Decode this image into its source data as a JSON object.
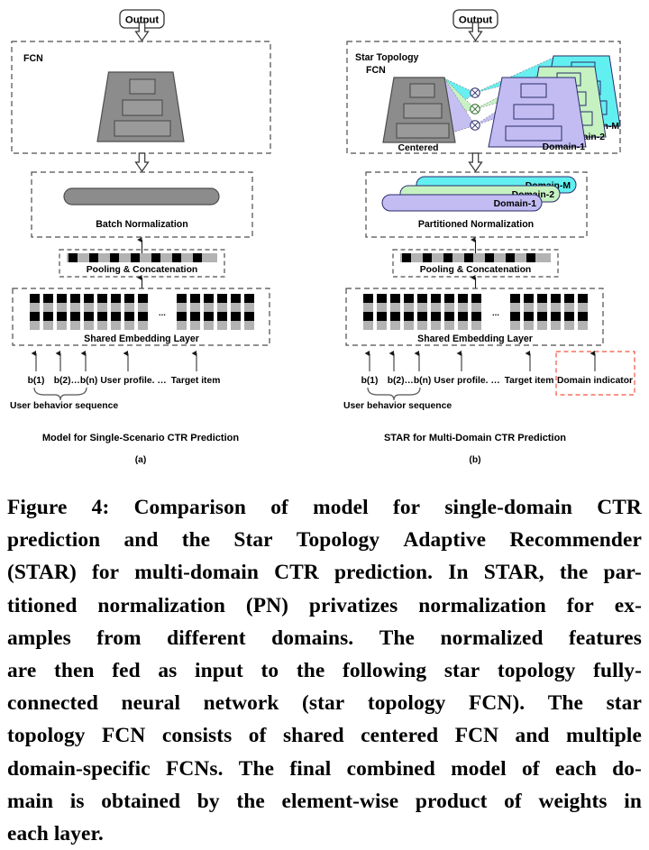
{
  "figure": {
    "panel_a": {
      "output_label": "Output",
      "fcn_label": "FCN",
      "norm_label": "Batch Normalization",
      "pooling_label": "Pooling & Concatenation",
      "embedding_label": "Shared Embedding Layer",
      "ellipsis": "...",
      "inputs": [
        "b(1)",
        "b(2)…b(n)",
        "User profile. …",
        "Target item"
      ],
      "brace_label": "User behavior sequence",
      "title": "Model for Single-Scenario CTR Prediction",
      "subcaption": "(a)"
    },
    "panel_b": {
      "output_label": "Output",
      "fcn_label_line1": "Star Topology",
      "fcn_label_line2": "FCN",
      "centered_label": "Centered",
      "domain_labels": [
        "Domain-1",
        "Domain-2",
        "Domain-M"
      ],
      "product_symbol": "⊗",
      "norm_label": "Partitioned Normalization",
      "pn_labels": [
        "Domain-1",
        "Domain-2",
        "Domain-M"
      ],
      "pooling_label": "Pooling & Concatenation",
      "embedding_label": "Shared Embedding Layer",
      "ellipsis": "...",
      "inputs": [
        "b(1)",
        "b(2)…b(n)",
        "User profile. …",
        "Target item"
      ],
      "domain_indicator_label": "Domain indicator",
      "brace_label": "User behavior sequence",
      "title": "STAR for Multi-Domain CTR Prediction",
      "subcaption": "(b)"
    },
    "colors": {
      "gray_fill": "#8c8c8c",
      "gray_inner": "#999999",
      "domain_1": "#c2bcf2",
      "domain_2": "#c6f2c2",
      "domain_m": "#62eff0",
      "black_cell": "#000000",
      "gray_cell": "#b3b3b3",
      "dashed_border": "#4d4d4d",
      "domain_indicator_border": "#f4553d"
    }
  },
  "caption": {
    "lines": [
      "Figure 4: Comparison of model for single-domain CTR",
      "prediction and the Star Topology Adaptive Recommender",
      "(STAR) for multi-domain CTR prediction. In STAR, the par-",
      "titioned normalization (PN) privatizes normalization for ex-",
      "amples from different domains. The normalized features",
      "are then fed as input to the following star topology fully-",
      "connected neural network (star topology FCN). The star",
      "topology FCN consists of shared centered FCN and multiple",
      "domain-specific FCNs. The final combined model of each do-",
      "main is obtained by the element-wise product of weights in",
      "each layer."
    ]
  }
}
